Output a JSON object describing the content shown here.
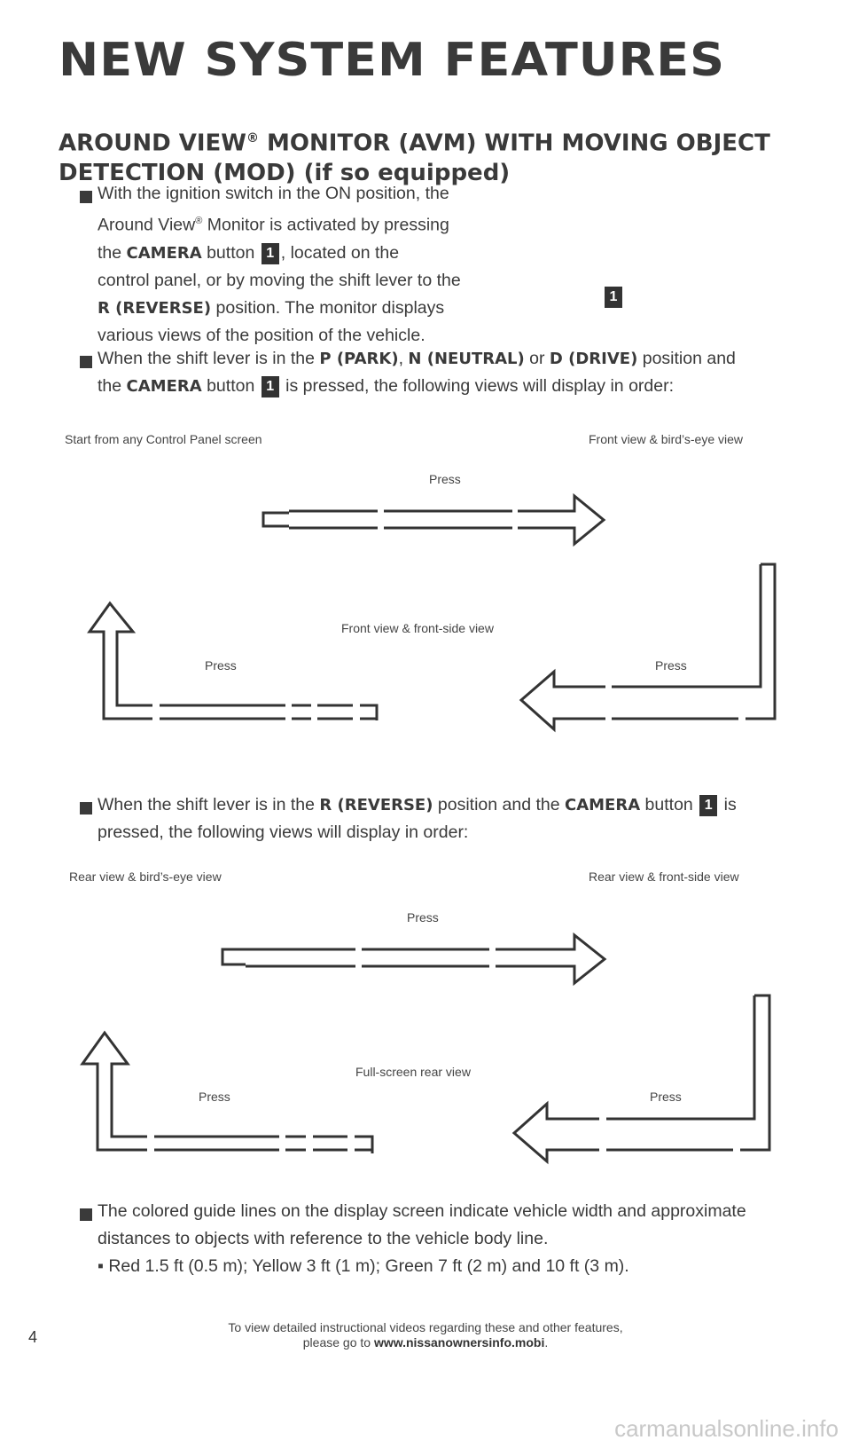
{
  "page": {
    "title": "NEW SYSTEM FEATURES",
    "section_heading_line1_a": "AROUND VIEW",
    "section_heading_reg": "®",
    "section_heading_line1_b": " MONITOR (AVM) WITH MOVING OBJECT",
    "section_heading_line2": "DETECTION (MOD) (if so equipped)"
  },
  "bullets": {
    "b1": {
      "t1": "With the ignition switch in the ON position, the",
      "t2a": "Around View",
      "t2reg": "®",
      "t2b": " Monitor is activated by pressing",
      "t3a": "the ",
      "t3bold": "CAMERA",
      "t3b": " button ",
      "t3c": ", located on the",
      "t4": "control panel, or by moving the shift lever to the",
      "t5bold": "R (REVERSE)",
      "t5b": " position. The monitor displays",
      "t6": "various views of the position of the vehicle."
    },
    "b2": {
      "t1a": "When the shift lever is in the ",
      "t1bold1": "P (PARK)",
      "t1sep": ", ",
      "t1bold2": "N (NEUTRAL)",
      "t1or": " or ",
      "t1bold3": "D (DRIVE)",
      "t1b": " position and",
      "t2a": "the ",
      "t2bold": "CAMERA",
      "t2b": " button ",
      "t2c": " is pressed, the following views will display in order:"
    },
    "b3": {
      "t1a": "When the shift lever is in the ",
      "t1bold1": "R (REVERSE)",
      "t1b": " position and the ",
      "t1bold2": "CAMERA",
      "t1c": " button ",
      "t1d": " is",
      "t2": "pressed, the following views will display in order:"
    },
    "b4": {
      "t1": "The colored guide lines on the display screen indicate vehicle width and approximate",
      "t2": "distances to objects with reference to the vehicle body line.",
      "t3": "▪ Red 1.5 ft (0.5 m); Yellow 3 ft (1 m); Green 7 ft (2 m) and 10 ft (3 m)."
    }
  },
  "badge": "1",
  "diagram1": {
    "start": "Start from any Control Panel screen",
    "end": "Front view & bird’s-eye view",
    "middle": "Front view & front-side view",
    "press_top": "Press",
    "press_left": "Press",
    "press_right": "Press"
  },
  "diagram2": {
    "start": "Rear view & bird’s-eye view",
    "end": "Rear view & front-side view",
    "middle": "Full-screen rear view",
    "press_top": "Press",
    "press_left": "Press",
    "press_right": "Press"
  },
  "footer": {
    "page_number": "4",
    "line1": "To view detailed instructional videos regarding these and other features,",
    "line2a": "please go to ",
    "line2link": "www.nissanownersinfo.mobi",
    "line2b": "."
  },
  "watermark": "carmanualsonline.info",
  "colors": {
    "text": "#3a3a3a",
    "badge_bg": "#333333",
    "arrow_stroke": "#333333"
  }
}
